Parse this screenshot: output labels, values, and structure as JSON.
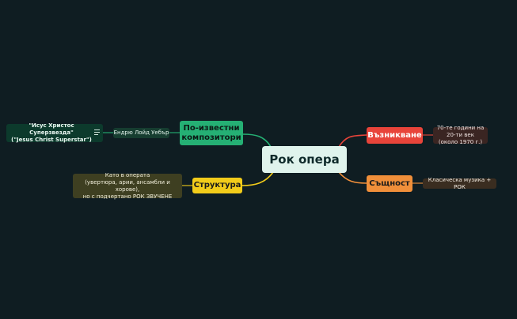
{
  "colors": {
    "background": "#0f1d22",
    "central": "#dff3ec",
    "vaznikvane": "#e8443a",
    "sashtnost": "#f08f3a",
    "struktura": "#f2cc1a",
    "kompozitori": "#25b074"
  },
  "mindmap": {
    "central": "Рок опера",
    "branches": {
      "vaznikvane": {
        "label": "Възникване",
        "detail": "70-те години на 20-ти век\n(около 1970 г.)"
      },
      "sashtnost": {
        "label": "Същност",
        "detail": "Класическа музика + РОК"
      },
      "struktura": {
        "label": "Структура",
        "detail": "Като в операта\n(увертюра, арии, ансамбли и хорове),\nно с подчертано РОК ЗВУЧЕНЕ"
      },
      "kompozitori": {
        "label": "По-известни\nкомпозитори",
        "composer": "Ендрю Лойд Уебър",
        "work": "\"Исус Христос Суперзвезда\"\n(\"Jesus Christ Superstar\")",
        "note_icon": "notes-icon"
      }
    }
  }
}
